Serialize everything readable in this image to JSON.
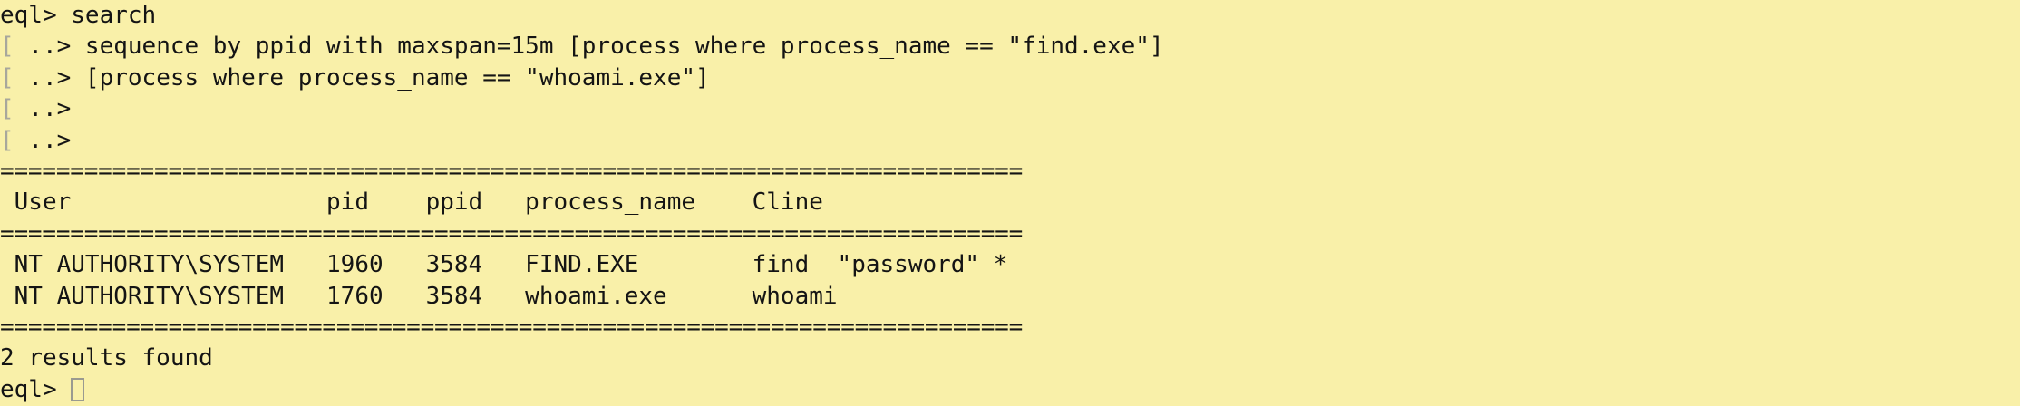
{
  "terminal": {
    "title": "eql shell",
    "background_color": "#f9f0a9",
    "foreground_color": "#141414",
    "gutter_color": "#a8a79c",
    "cursor_color": "#9a9a90",
    "prompt_primary": "eql>",
    "prompt_continuation": "..>",
    "gutter_glyph": "["
  },
  "query": {
    "line1": "eql> search",
    "line2": " ..> sequence by ppid with maxspan=15m [process where process_name == \"find.exe\"]",
    "line3": " ..> [process where process_name == \"whoami.exe\"]",
    "line4": " ..>",
    "line5": " ..>"
  },
  "results": {
    "rule_top": "=========================================================================",
    "rule_mid": "=========================================================================",
    "rule_bottom": "=========================================================================",
    "header_line": " User                  pid    ppid   process_name    Cline",
    "headers": [
      "User",
      "pid",
      "ppid",
      "process_name",
      "Cline"
    ],
    "rows": [
      {
        "raw": " NT AUTHORITY\\SYSTEM   1960   3584   FIND.EXE        find  \"password\" *",
        "User": "NT AUTHORITY\\SYSTEM",
        "pid": "1960",
        "ppid": "3584",
        "process_name": "FIND.EXE",
        "Cline": "find  \"password\" *"
      },
      {
        "raw": " NT AUTHORITY\\SYSTEM   1760   3584   whoami.exe      whoami",
        "User": "NT AUTHORITY\\SYSTEM",
        "pid": "1760",
        "ppid": "3584",
        "process_name": "whoami.exe",
        "Cline": "whoami"
      }
    ],
    "status": "2 results found",
    "count": 2
  },
  "footer": {
    "prompt": "eql> "
  }
}
